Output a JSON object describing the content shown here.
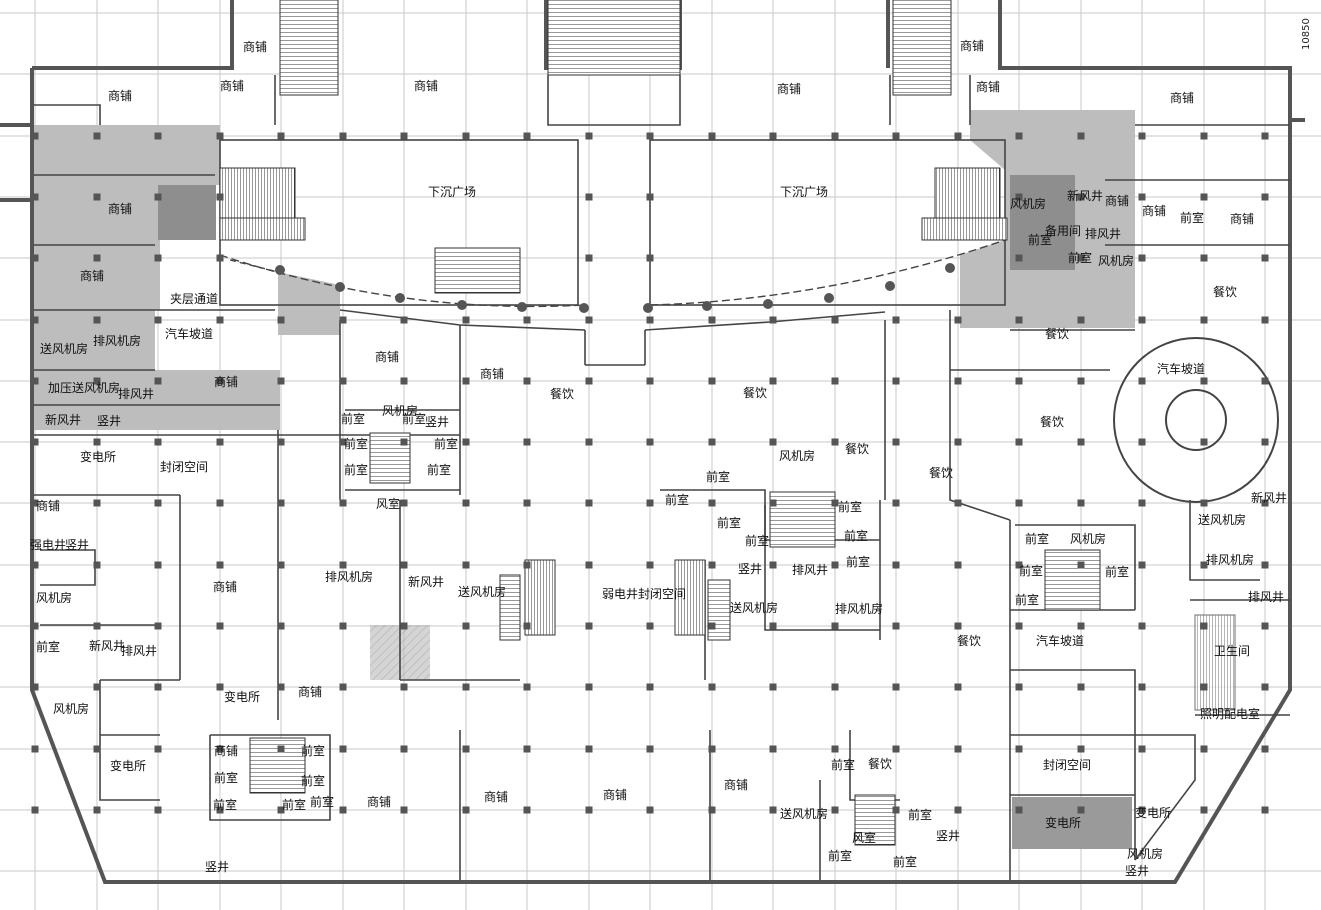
{
  "dimension": "10850",
  "rooms": [
    {
      "id": "r1",
      "text": "商铺"
    },
    {
      "id": "r2",
      "text": "商铺"
    },
    {
      "id": "r3",
      "text": "商铺"
    },
    {
      "id": "r4",
      "text": "商铺"
    },
    {
      "id": "r5",
      "text": "商铺"
    },
    {
      "id": "r6",
      "text": "商铺"
    },
    {
      "id": "r7",
      "text": "商铺"
    },
    {
      "id": "r8",
      "text": "商铺"
    },
    {
      "id": "r9",
      "text": "商铺"
    },
    {
      "id": "r10",
      "text": "下沉广场"
    },
    {
      "id": "r11",
      "text": "下沉广场"
    },
    {
      "id": "r12",
      "text": "商铺"
    },
    {
      "id": "r13",
      "text": "商铺"
    },
    {
      "id": "r14",
      "text": "商铺"
    },
    {
      "id": "r15",
      "text": "商铺"
    },
    {
      "id": "r16",
      "text": "风机房"
    },
    {
      "id": "r17",
      "text": "新风井"
    },
    {
      "id": "r18",
      "text": "备用间"
    },
    {
      "id": "r19",
      "text": "排风井"
    },
    {
      "id": "r20",
      "text": "前室"
    },
    {
      "id": "r21",
      "text": "前室"
    },
    {
      "id": "r22",
      "text": "风机房"
    },
    {
      "id": "r23",
      "text": "前室"
    },
    {
      "id": "r24",
      "text": "夹层通道"
    },
    {
      "id": "r25",
      "text": "汽车坡道"
    },
    {
      "id": "r26",
      "text": "送风机房"
    },
    {
      "id": "r27",
      "text": "排风机房"
    },
    {
      "id": "r28",
      "text": "加压送风机房"
    },
    {
      "id": "r29",
      "text": "排风井"
    },
    {
      "id": "r30",
      "text": "新风井"
    },
    {
      "id": "r31",
      "text": "竖井"
    },
    {
      "id": "r32",
      "text": "商铺"
    },
    {
      "id": "r33",
      "text": "商铺"
    },
    {
      "id": "r34",
      "text": "商铺"
    },
    {
      "id": "r35",
      "text": "餐饮"
    },
    {
      "id": "r36",
      "text": "餐饮"
    },
    {
      "id": "r37",
      "text": "餐饮"
    },
    {
      "id": "r38",
      "text": "餐饮"
    },
    {
      "id": "r39",
      "text": "汽车坡道"
    },
    {
      "id": "r40",
      "text": "餐饮"
    },
    {
      "id": "r41",
      "text": "风机房"
    },
    {
      "id": "r42",
      "text": "餐饮"
    },
    {
      "id": "r43",
      "text": "餐饮"
    },
    {
      "id": "r44",
      "text": "变电所"
    },
    {
      "id": "r45",
      "text": "封闭空间"
    },
    {
      "id": "r46",
      "text": "前室"
    },
    {
      "id": "r47",
      "text": "风机房"
    },
    {
      "id": "r48",
      "text": "前室"
    },
    {
      "id": "r49",
      "text": "竖井"
    },
    {
      "id": "r50",
      "text": "前室"
    },
    {
      "id": "r51",
      "text": "前室"
    },
    {
      "id": "r52",
      "text": "前室"
    },
    {
      "id": "r53",
      "text": "前室"
    },
    {
      "id": "r54",
      "text": "风室"
    },
    {
      "id": "r55",
      "text": "前室"
    },
    {
      "id": "r56",
      "text": "前室"
    },
    {
      "id": "r57",
      "text": "前室"
    },
    {
      "id": "r58",
      "text": "前室"
    },
    {
      "id": "r59",
      "text": "前室"
    },
    {
      "id": "r60",
      "text": "前室"
    },
    {
      "id": "r61",
      "text": "前室"
    },
    {
      "id": "r62",
      "text": "竖井"
    },
    {
      "id": "r63",
      "text": "排风井"
    },
    {
      "id": "r64",
      "text": "新风井"
    },
    {
      "id": "r65",
      "text": "送风机房"
    },
    {
      "id": "r66",
      "text": "排风机房"
    },
    {
      "id": "r67",
      "text": "送风机房"
    },
    {
      "id": "r68",
      "text": "排风机房"
    },
    {
      "id": "r69",
      "text": "商铺"
    },
    {
      "id": "r70",
      "text": "商铺"
    },
    {
      "id": "r71",
      "text": "强电井"
    },
    {
      "id": "r72",
      "text": "竖井"
    },
    {
      "id": "r73",
      "text": "风机房"
    },
    {
      "id": "r74",
      "text": "前室"
    },
    {
      "id": "r75",
      "text": "新风井"
    },
    {
      "id": "r76",
      "text": "排风井"
    },
    {
      "id": "r77",
      "text": "风机房"
    },
    {
      "id": "r78",
      "text": "变电所"
    },
    {
      "id": "r79",
      "text": "变电所"
    },
    {
      "id": "r80",
      "text": "商铺"
    },
    {
      "id": "r81",
      "text": "商铺"
    },
    {
      "id": "r82",
      "text": "前室"
    },
    {
      "id": "r83",
      "text": "前室"
    },
    {
      "id": "r84",
      "text": "前室"
    },
    {
      "id": "r85",
      "text": "前室"
    },
    {
      "id": "r86",
      "text": "前室"
    },
    {
      "id": "r87",
      "text": "前室"
    },
    {
      "id": "r88",
      "text": "竖井"
    },
    {
      "id": "r89",
      "text": "弱电井封闭空间"
    },
    {
      "id": "r90",
      "text": "商铺"
    },
    {
      "id": "r91",
      "text": "商铺"
    },
    {
      "id": "r92",
      "text": "商铺"
    },
    {
      "id": "r93",
      "text": "商铺"
    },
    {
      "id": "r94",
      "text": "前室"
    },
    {
      "id": "r95",
      "text": "餐饮"
    },
    {
      "id": "r96",
      "text": "送风机房"
    },
    {
      "id": "r97",
      "text": "风室"
    },
    {
      "id": "r98",
      "text": "前室"
    },
    {
      "id": "r99",
      "text": "前室"
    },
    {
      "id": "r100",
      "text": "前室"
    },
    {
      "id": "r101",
      "text": "竖井"
    },
    {
      "id": "r102",
      "text": "新风井"
    },
    {
      "id": "r103",
      "text": "送风机房"
    },
    {
      "id": "r104",
      "text": "排风机房"
    },
    {
      "id": "r105",
      "text": "排风井"
    },
    {
      "id": "r106",
      "text": "前室"
    },
    {
      "id": "r107",
      "text": "前室"
    },
    {
      "id": "r108",
      "text": "前室"
    },
    {
      "id": "r109",
      "text": "前室"
    },
    {
      "id": "r110",
      "text": "风机房"
    },
    {
      "id": "r111",
      "text": "汽车坡道"
    },
    {
      "id": "r112",
      "text": "卫生间"
    },
    {
      "id": "r113",
      "text": "餐饮"
    },
    {
      "id": "r114",
      "text": "照明配电室"
    },
    {
      "id": "r115",
      "text": "封闭空间"
    },
    {
      "id": "r116",
      "text": "变电所"
    },
    {
      "id": "r117",
      "text": "变电所"
    },
    {
      "id": "r118",
      "text": "风机房"
    },
    {
      "id": "r119",
      "text": "竖井"
    }
  ]
}
